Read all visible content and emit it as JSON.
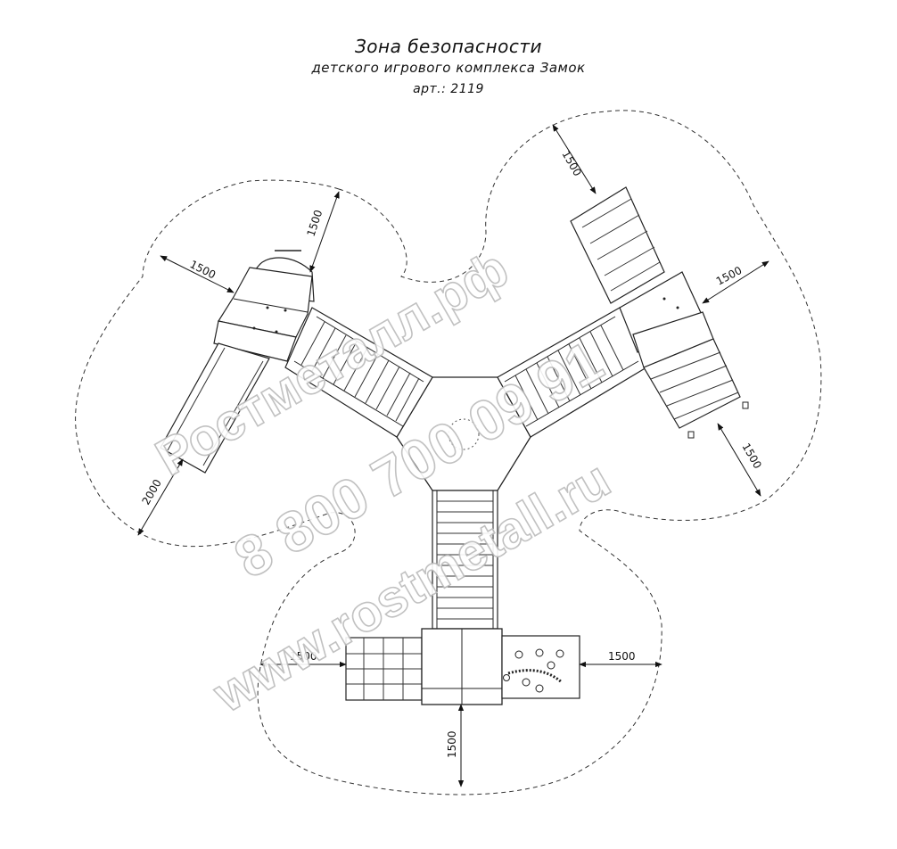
{
  "title": "Зона безопасности",
  "subtitle": "детского игрового комплекса Замок",
  "article": "арт.: 2119",
  "dimensions": {
    "slide_side": "1500",
    "slide_top": "1500",
    "slide_bottom": "2000",
    "ladder_top": "1500",
    "ladder_right": "1500",
    "steps_right": "1500",
    "bottom_left": "1500",
    "bottom_right": "1500",
    "bottom_down": "1500"
  },
  "watermark": {
    "line1": "Ростметалл.рф",
    "line2": "8 800 700 09 91",
    "line3": "www.rostmetall.ru"
  }
}
